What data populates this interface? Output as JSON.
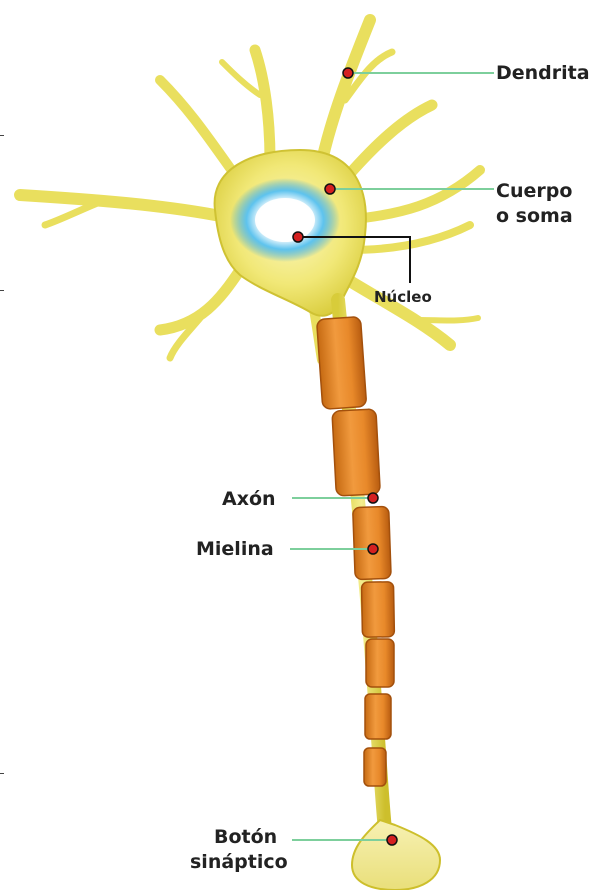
{
  "labels": {
    "dendrita": "Dendrita",
    "cuerpo_line1": "Cuerpo",
    "cuerpo_line2": "o soma",
    "nucleo": "Núcleo",
    "axon": "Axón",
    "mielina": "Mielina",
    "boton_line1": "Botón",
    "boton_line2": "sináptico"
  },
  "colors": {
    "cell_body": "#f2ea7a",
    "cell_body_edge": "#c9bd2e",
    "nucleus_ring": "#2aa0d8",
    "myelin": "#e8892a",
    "myelin_dark": "#b85c10",
    "pointer_green": "#7dcf9c",
    "pointer_black": "#111111",
    "marker_red": "#d42020"
  }
}
